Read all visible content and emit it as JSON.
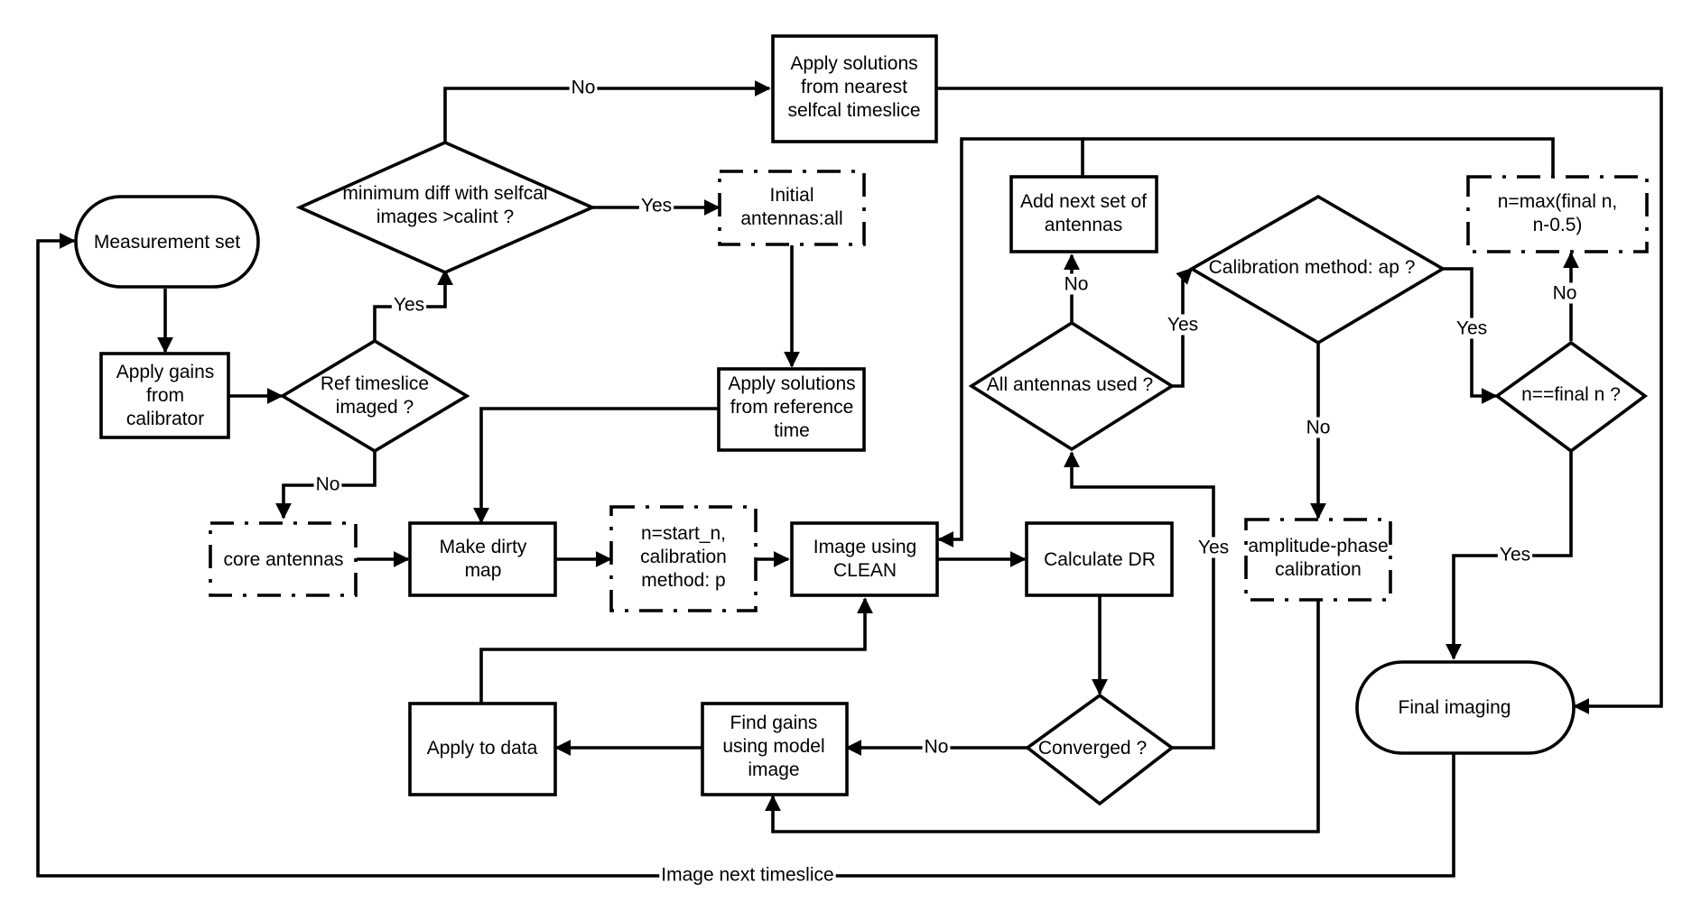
{
  "nodes": {
    "measurement_set": "Measurement set",
    "apply_gains": "Apply gains\nfrom\ncalibrator",
    "ref_timeslice": "Ref timeslice\nimaged ?",
    "min_diff": "minimum diff with selfcal\nimages >calint ?",
    "apply_nearest": "Apply solutions\nfrom nearest\nselfcal timeslice",
    "initial_antennas": "Initial\nantennas:all",
    "apply_reference": "Apply solutions\nfrom reference\ntime",
    "core_antennas": "core antennas",
    "make_dirty": "Make dirty\nmap",
    "start_n": "n=start_n,\ncalibration\nmethod: p",
    "image_clean": "Image using\nCLEAN",
    "calculate_dr": "Calculate DR",
    "converged": "Converged ?",
    "find_gains": "Find gains\nusing model\nimage",
    "apply_data": "Apply to data",
    "all_antennas": "All antennas used ?",
    "add_next": "Add next set of\nantennas",
    "cal_method": "Calibration method: ap ?",
    "amp_phase": "amplitude-phase\ncalibration",
    "n_final": "n==final n ?",
    "n_max": "n=max(final n,\nn-0.5)",
    "final_imaging": "Final imaging"
  },
  "edge_labels": {
    "ref_yes": "Yes",
    "ref_no": "No",
    "mindiff_no": "No",
    "mindiff_yes": "Yes",
    "allant_no": "No",
    "allant_yes": "Yes",
    "conv_yes": "Yes",
    "conv_no": "No",
    "calm_yes": "Yes",
    "calm_no": "No",
    "nfinal_no": "No",
    "nfinal_yes": "Yes",
    "next_timeslice": "Image next timeslice"
  }
}
